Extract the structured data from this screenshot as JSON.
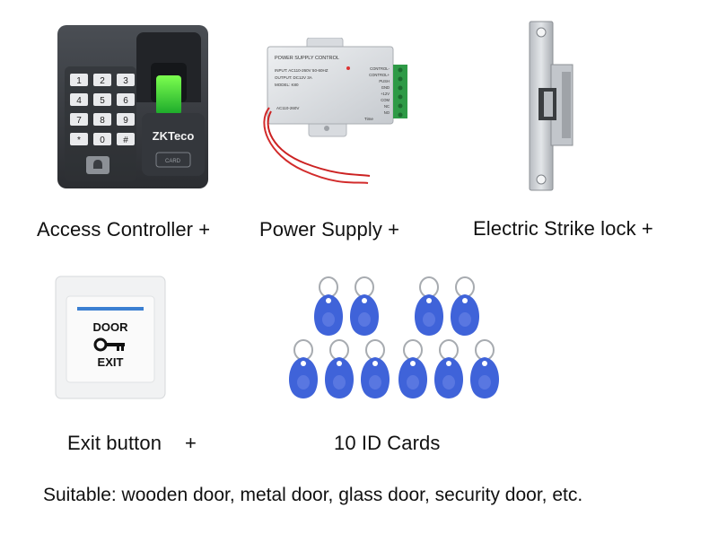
{
  "products": {
    "controller": {
      "caption": "Access Controller +",
      "brand": "ZKTeco",
      "card_label": "CARD",
      "keys": [
        "1",
        "2",
        "3",
        "4",
        "5",
        "6",
        "7",
        "8",
        "9",
        "*",
        "0",
        "#"
      ]
    },
    "power_supply": {
      "caption": "Power Supply +",
      "title": "POWER SUPPLY CONTROL",
      "input": "INPUT: AC110-260V 50-60HZ",
      "output": "OUTPUT: DC12V 3A",
      "model": "MODEL: K80",
      "ac": "AC110-260V",
      "terminals": [
        "CONTROL-",
        "CONTROL+",
        "PUSH",
        "GND",
        "+12V",
        "COM",
        "NC",
        "NO"
      ],
      "time": "Time"
    },
    "strike_lock": {
      "caption": "Electric Strike lock +"
    },
    "exit_button": {
      "caption": "Exit button",
      "plus": "+",
      "line1": "DOOR",
      "line2": "EXIT"
    },
    "id_cards": {
      "caption": "10 ID Cards",
      "count": 10
    }
  },
  "footer": "Suitable: wooden door, metal door, glass door, security door, etc.",
  "colors": {
    "fob_blue": "#3f63d9",
    "controller_body": "#3a3d42",
    "fingerprint_green": "#37d13b",
    "steel": "#c9ccd0"
  }
}
